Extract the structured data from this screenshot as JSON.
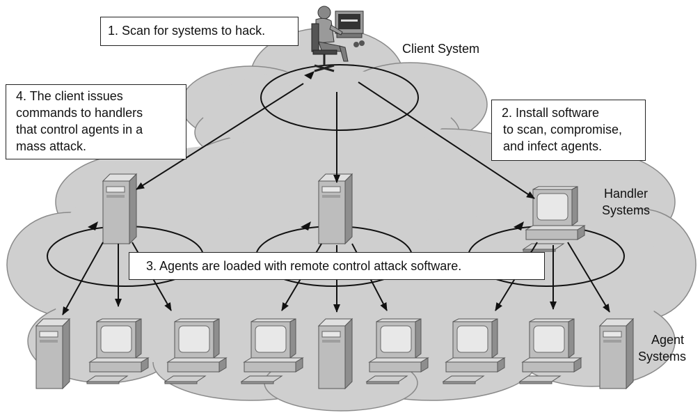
{
  "steps": {
    "scan": "1. Scan for systems to hack.",
    "install": [
      "2. Install software",
      "to scan, compromise,",
      "and infect agents."
    ],
    "agents": "3. Agents are loaded with remote control attack software.",
    "client_issues": [
      "4. The client issues",
      "commands to handlers",
      "that control agents in a",
      "mass attack."
    ]
  },
  "labels": {
    "client": "Client System",
    "handler": [
      "Handler",
      "Systems"
    ],
    "agent": [
      "Agent",
      "Systems"
    ]
  },
  "colors": {
    "cloud": "#cfcfcf",
    "cloud_edge": "#8a8a8a",
    "device": "#bdbdbd",
    "device_dark": "#7f7f7f",
    "screen": "#e8e8e8",
    "ink": "#111111"
  },
  "icons": {
    "client": "hacker-at-workstation-icon",
    "tower": "server-tower-icon",
    "workstation": "desktop-computer-icon"
  }
}
